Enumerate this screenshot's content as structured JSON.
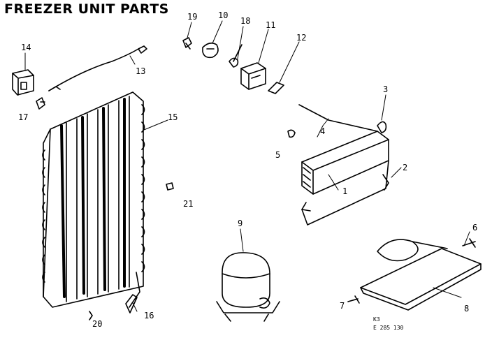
{
  "title": "FREEZER UNIT PARTS",
  "callouts": {
    "c1": "1",
    "c2": "2",
    "c3": "3",
    "c4": "4",
    "c5": "5",
    "c6": "6",
    "c7": "7",
    "c8": "8",
    "c9": "9",
    "c10": "10",
    "c11": "11",
    "c12": "12",
    "c13": "13",
    "c14": "14",
    "c15": "15",
    "c16": "16",
    "c17": "17",
    "c18": "18",
    "c19": "19",
    "c20": "20",
    "c21": "21"
  },
  "footer": {
    "line1": "K3",
    "line2": "E 285 130"
  }
}
